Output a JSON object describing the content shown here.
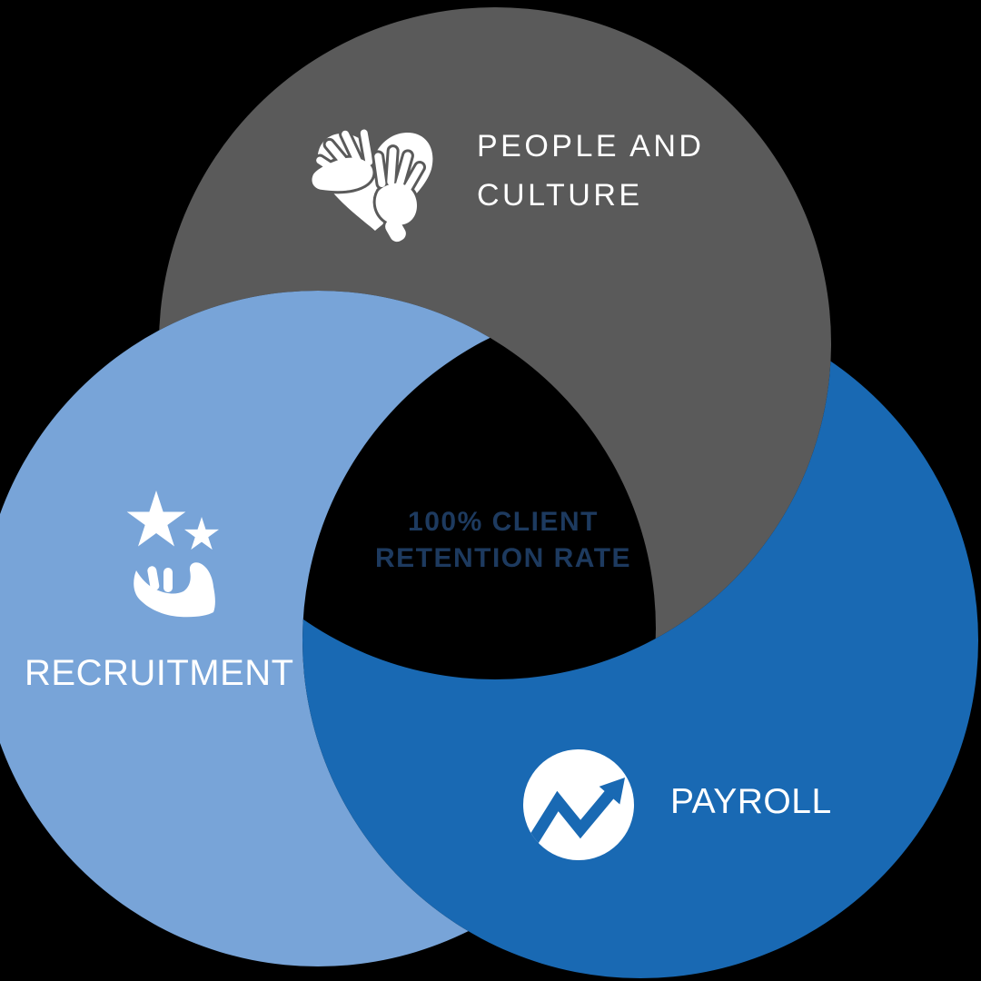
{
  "diagram": {
    "type": "venn-interlocking-3-circles",
    "center": {
      "line1": "100% CLIENT",
      "line2": "RETENTION RATE"
    },
    "segments": {
      "people_culture": {
        "label_line1": "PEOPLE AND",
        "label_line2": "CULTURE",
        "icon": "hands-heart-icon",
        "color": "#5A5A5A"
      },
      "recruitment": {
        "label": "RECRUITMENT",
        "icon": "stars-hand-icon",
        "color": "#78A4D8"
      },
      "payroll": {
        "label": "PAYROLL",
        "icon": "growth-chart-icon",
        "color": "#1969B3"
      }
    },
    "colors": {
      "background": "#000000",
      "gray_circle": "#5A5A5A",
      "light_blue_circle": "#78A4D8",
      "dark_blue_circle": "#1969B3",
      "icon_fill": "#FFFFFF",
      "label_text": "#FFFFFF",
      "center_text": "#1D3A5F"
    }
  }
}
